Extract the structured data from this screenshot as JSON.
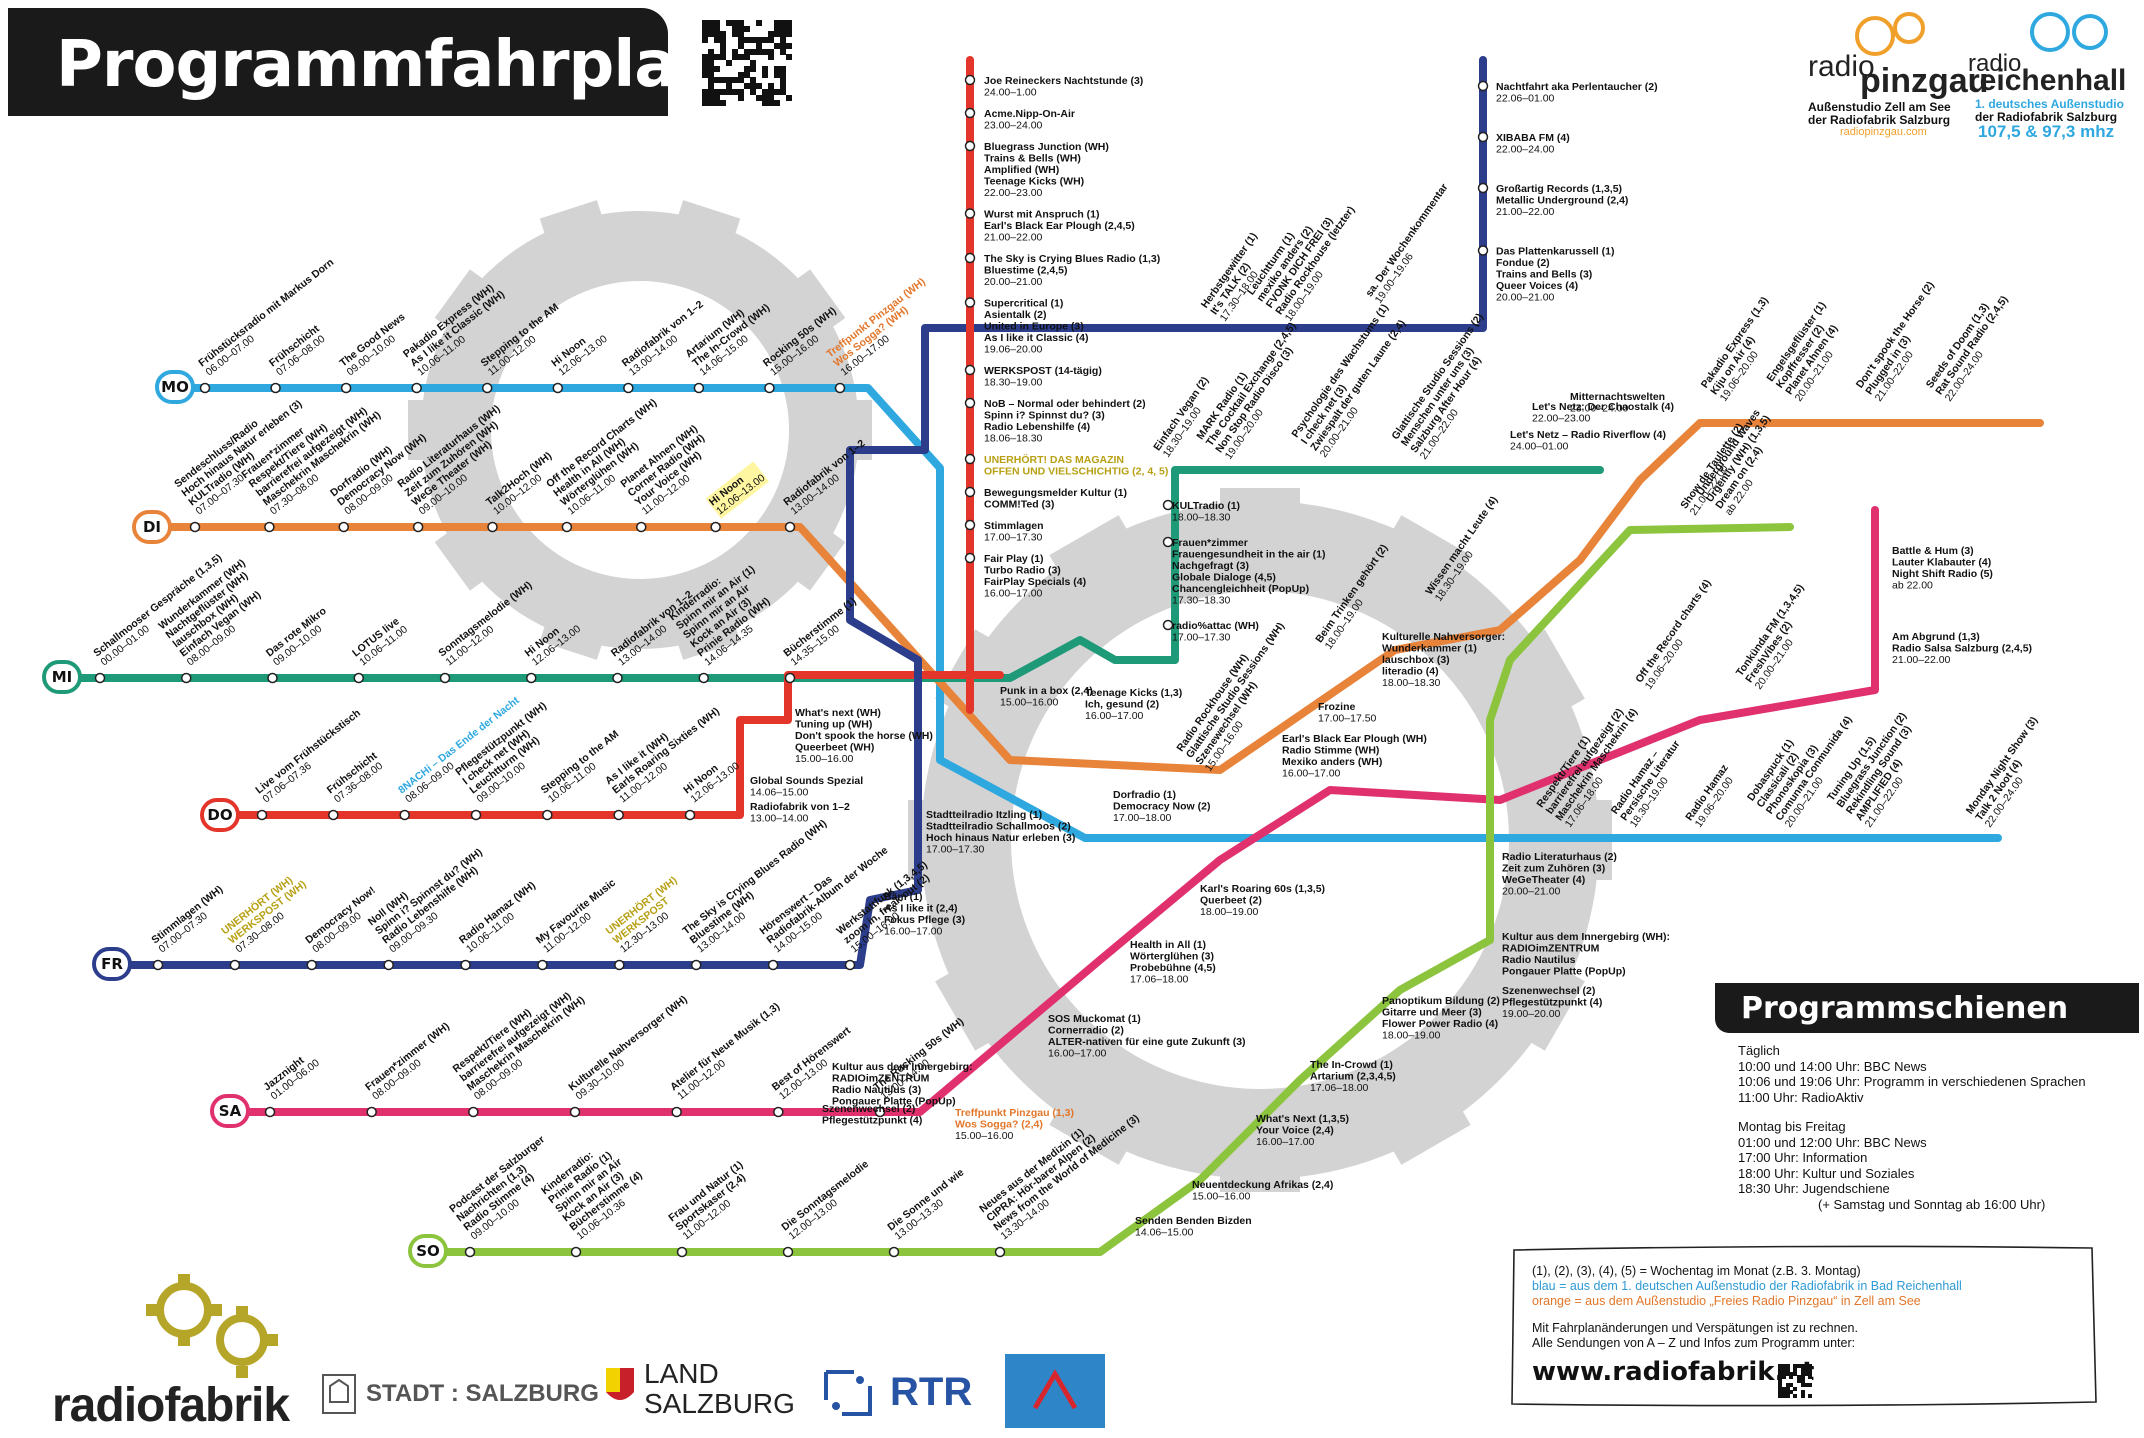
{
  "header": {
    "title": "Programmfahrplan"
  },
  "lines": [
    {
      "id": "mo",
      "label": "MO",
      "color": "#2fa8e0",
      "stops": [
        {
          "t": "Frühstücksradio mit Markus Dorn",
          "time": "06.00–07.00"
        },
        {
          "t": "Frühschicht",
          "time": "07.06–08.00"
        },
        {
          "t": "The Good News",
          "time": "09.00–10.00"
        },
        {
          "t": "Pakadio Express (WH)|As I like it Classic (WH)",
          "time": "10.06–11.00"
        },
        {
          "t": "Stepping to the AM",
          "time": "11.00–12.00"
        },
        {
          "t": "Hi Noon",
          "time": "12.06–13.00"
        },
        {
          "t": "Radiofabrik von 1–2",
          "time": "13.00–14.00"
        },
        {
          "t": "Artarium (WH)|The In-Crowd (WH)",
          "time": "14.06–15.00"
        },
        {
          "t": "Rocking 50s (WH)",
          "time": "15.00–16.00"
        },
        {
          "t": "Treffpunkt Pinzgau (WH)|Wos Sogga? (WH)",
          "time": "16.00–17.00",
          "orange": true
        }
      ]
    },
    {
      "id": "di",
      "label": "DI",
      "color": "#e8833a",
      "stops": [
        {
          "t": "Sendeschluss/Radio|Hoch hinaus Natur erleben (3)|KULTradio (WH)",
          "time": "07.00–07.30"
        },
        {
          "t": "Frauen*zimmer|Respekt/Tiere (WH)|barrierefrei aufgezeigt (WH)|Maschekrin Maschekrin (WH)",
          "time": "07.30–08.00"
        },
        {
          "t": "Dorfradio (WH)|Democracy Now (WH)",
          "time": "08.00–09.00"
        },
        {
          "t": "Radio Literaturhaus (WH)|Zeit zum Zuhören (WH)|WeGe Theater (WH)",
          "time": "09.00–10.00"
        },
        {
          "t": "Talk2Hoch (WH)",
          "time": "10.00–12.00"
        },
        {
          "t": "Off the Record Charts (WH)|Health in All (WH)|Wörterglühen (WH)",
          "time": "10.06–11.00"
        },
        {
          "t": "Planet Ahnen (WH)|Corner Radio (WH)|Your Voice (WH)",
          "time": "11.00–12.00"
        },
        {
          "t": "Hi Noon",
          "time": "12.06–13.00",
          "hl": true
        },
        {
          "t": "Radiofabrik von 1–2",
          "time": "13.00–14.00"
        }
      ]
    },
    {
      "id": "mi",
      "label": "MI",
      "color": "#1f9a78",
      "stops": [
        {
          "t": "Schallmooser Gespräche (1,3,5)",
          "time": "00.00–01.00"
        },
        {
          "t": "Wunderkammer (WH)|Nachtgeflüster (WH)|lauschbox (WH)|Einfach Vegan (WH)",
          "time": "08.00–09.00"
        },
        {
          "t": "Das rote Mikro",
          "time": "09.00–10.00"
        },
        {
          "t": "LOTUS live",
          "time": "10.06–11.00"
        },
        {
          "t": "Sonntagsmelodie (WH)",
          "time": "11.00–12.00"
        },
        {
          "t": "Hi Noon",
          "time": "12.06–13.00"
        },
        {
          "t": "Radiofabrik von 1–2",
          "time": "13.00–14.00"
        },
        {
          "t": "Kinderradio:|Spinn mir an Air (1)|Spinn mir an Air|Kock an Air (3)|Prinie Radio (WH)",
          "time": "14.06–14.35"
        },
        {
          "t": "Bücherstimme (1)",
          "time": "14.35–15.00"
        }
      ]
    },
    {
      "id": "do",
      "label": "DO",
      "color": "#e4352a",
      "stops": [
        {
          "t": "Live vom Frühstückstisch",
          "time": "07.06–07.36"
        },
        {
          "t": "Frühschicht",
          "time": "07.36–08.00"
        },
        {
          "t": "8NACHi – Das Ende der Nacht",
          "time": "08.06–09.00",
          "blue": true
        },
        {
          "t": "Pflegestützpunkt (WH)|I check net (WH)|Leuchtturm (WH)",
          "time": "09.00–10.00"
        },
        {
          "t": "Stepping to the AM",
          "time": "10.06–11.00"
        },
        {
          "t": "As I like it (WH)|Earls Roaring Sixties (WH)",
          "time": "11.00–12.00"
        },
        {
          "t": "Hi Noon",
          "time": "12.06–13.00"
        }
      ]
    },
    {
      "id": "fr",
      "label": "FR",
      "color": "#2c3d8c",
      "stops": [
        {
          "t": "Stimmlagen (WH)",
          "time": "07.00–07.30"
        },
        {
          "t": "UNERHÖRT (WH)|WERKSPOST (WH)",
          "time": "07.30–08.00",
          "yellow": true
        },
        {
          "t": "Democracy Now!",
          "time": "08.00–09.00"
        },
        {
          "t": "Noll (WH)|Spinn i? Spinnst du? (WH)|Radio Lebenshilfe (WH)",
          "time": "09.00–09.30"
        },
        {
          "t": "Radio Hamaz (WH)",
          "time": "10.06–11.00"
        },
        {
          "t": "My Favourite Music",
          "time": "11.00–12.00"
        },
        {
          "t": "UNERHÖRT (WH)|WERKSPOST",
          "time": "12.30–13.00",
          "yellow": true
        },
        {
          "t": "The Sky is Crying Blues Radio (WH)|Bluestime (WH)",
          "time": "13.00–14.00"
        },
        {
          "t": "Hörenswert – Das|Radiofabrik-Album der Woche",
          "time": "14.00–15.00"
        },
        {
          "t": "Werkstattfunk (1,3,4,5)|zoom in, freak out (2)",
          "time": "15.00–16.00"
        }
      ]
    },
    {
      "id": "sa",
      "label": "SA",
      "color": "#e0306e",
      "stops": [
        {
          "t": "Jazznight",
          "time": "01.00–06.00"
        },
        {
          "t": "Frauen*zimmer (WH)",
          "time": "08.00–09.00"
        },
        {
          "t": "Respekt/Tiere (WH)|barrierefrei aufgezeigt (WH)|Maschekrin Maschekrin (WH)",
          "time": "08.00–09.00"
        },
        {
          "t": "Kulturelle Nahversorger (WH)",
          "time": "09.30–10.00"
        },
        {
          "t": "Atelier für Neue Musik (1,3)",
          "time": "11.00–12.00"
        },
        {
          "t": "Best of Hörenswert",
          "time": "12.00–13.00"
        },
        {
          "t": "The Rocking 50s (WH)",
          "time": "13.00–14.00"
        }
      ]
    },
    {
      "id": "so",
      "label": "SO",
      "color": "#8cc43e",
      "stops": [
        {
          "t": "Podcast der Salzburger|Nachrichten (1,3)|Radio Stimme (4)",
          "time": "09.00–10.00"
        },
        {
          "t": "Kinderradio:|Prinie Radio (1)|Spinn mir an Air|Kock an Air (3)|Bücherstimme (4)",
          "time": "10.06–10.36"
        },
        {
          "t": "Frau und Natur (1)|Sportskaser (2,4)",
          "time": "11.00–12.00"
        },
        {
          "t": "Die Sonntagsmelodie",
          "time": "12.00–13.00"
        },
        {
          "t": "Die Sonne und wie",
          "time": "13.00–13.30"
        },
        {
          "t": "Neues aus der Medizin (1)|CIPRA: Hör-barer Alpen (2)|News from the World of Medicine (3)",
          "time": "13.30–14.00"
        }
      ]
    }
  ],
  "right_labels": [
    {
      "line": "red",
      "items": [
        {
          "t": "Joe Reineckers Nachtstunde (3)",
          "time": "24.00–1.00"
        },
        {
          "t": "Acme.Nipp-On-Air",
          "time": "23.00–24.00"
        },
        {
          "t": "Bluegrass Junction (WH)|Trains & Bells (WH)|Amplified (WH)|Teenage Kicks (WH)",
          "time": "22.00–23.00"
        },
        {
          "t": "Wurst mit Anspruch (1)|Earl's Black Ear Plough (2,4,5)",
          "time": "21.00–22.00"
        },
        {
          "t": "The Sky is Crying Blues Radio (1,3)|Bluestime (2,4,5)",
          "time": "20.00–21.00"
        },
        {
          "t": "Supercritical (1)|Asientalk (2)|United in Europe (3)|As I like it Classic (4)",
          "time": "19.06–20.00"
        },
        {
          "t": "WERKSPOST (14-tägig)",
          "time": "18.30–19.00"
        },
        {
          "t": "NoB – Normal oder behindert (2)|Spinn i? Spinnst du? (3)|Radio Lebenshilfe (4)",
          "time": "18.06–18.30"
        },
        {
          "t": "UNERHÖRT! DAS MAGAZIN|OFFEN UND VIELSCHICHTIG (2, 4, 5)",
          "time": "",
          "yellow": true
        },
        {
          "t": "Bewegungsmelder Kultur (1)|COMM!Ted (3)",
          "time": ""
        },
        {
          "t": "Stimmlagen",
          "time": "17.00–17.30"
        },
        {
          "t": "Fair Play (1)|Turbo Radio (3)|FairPlay Specials (4)",
          "time": "16.00–17.00"
        }
      ]
    },
    {
      "line": "navy",
      "items": [
        {
          "t": "Nachtfahrt aka Perlentaucher (2)",
          "time": "22.06–01.00"
        },
        {
          "t": "XIBABA FM (4)",
          "time": "22.00–24.00"
        },
        {
          "t": "Großartig Records (1,3,5)|Metallic Underground (2,4)",
          "time": "21.00–22.00"
        },
        {
          "t": "Das Plattenkarussell (1)|Fondue (2)|Trains and Bells (3)|Queer Voices (4)",
          "time": "20.00–21.00"
        }
      ]
    },
    {
      "line": "green",
      "items": [
        {
          "t": "KULTradio (1)",
          "time": "18.00–18.30"
        },
        {
          "t": "Frauen*zimmer|Frauengesundheit in the air (1)|Nachgefragt (3)|Globale Dialoge (4,5)|Chancengleichheit (PopUp)",
          "time": "17.30–18.30"
        },
        {
          "t": "radio%attac (WH)",
          "time": "17.00–17.30"
        }
      ]
    },
    {
      "line": "misc",
      "items": [
        {
          "t": "Punk in a box (2,4)",
          "time": "15.00–16.00"
        },
        {
          "t": "Teenage Kicks (1,3)|Ich, gesund (2)",
          "time": "16.00–17.00"
        },
        {
          "t": "What's next (WH)|Tuning up (WH)|Don't spook the horse (WH)|Queerbeet (WH)",
          "time": "15.00–16.00"
        },
        {
          "t": "Global Sounds Spezial",
          "time": "14.06–15.00"
        },
        {
          "t": "Radiofabrik von 1–2",
          "time": "13.00–14.00"
        },
        {
          "t": "Stadtteilradio Itzling (1)|Stadtteilradio Schallmoos (2)|Hoch hinaus Natur erleben (3)",
          "time": "17.00–17.30"
        },
        {
          "t": "Bäm (1)|As I like it (2,4)|Fokus Pflege (3)",
          "time": "16.00–17.00"
        },
        {
          "t": "Dorfradio (1)|Democracy Now (2)",
          "time": "17.00–18.00"
        },
        {
          "t": "Karl's Roaring 60s (1,3,5)|Querbeet (2)",
          "time": "18.00–19.00"
        },
        {
          "t": "Health in All (1)|Wörterglühen (3)|Probebühne (4,5)",
          "time": "17.06–18.00"
        },
        {
          "t": "SOS Muckomat (1)|Cornerradio (2)|ALTER-nativen für eine gute Zukunft (3)",
          "time": "16.00–17.00"
        },
        {
          "t": "Treffpunkt Pinzgau (1,3)|Wos Sogga? (2,4)",
          "time": "15.00–16.00",
          "orange": true
        },
        {
          "t": "Kultur aus dem Innergebirg:|RADIOimZENTRUM|Radio Nautilus (3)|Pongauer Platte (PopUp)",
          "time": ""
        },
        {
          "t": "Szenenwechsel (2)|Pflegestützpunkt (4)",
          "time": ""
        },
        {
          "t": "Radio Literaturhaus (2)|Zeit zum Zuhören (3)|WeGeTheater (4)",
          "time": "20.00–21.00"
        },
        {
          "t": "Kultur aus dem Innergebirg (WH):|RADIOimZENTRUM|Radio Nautilus|Pongauer Platte (PopUp)",
          "time": ""
        },
        {
          "t": "Szenenwechsel (2)|Pflegestützpunkt (4)",
          "time": "19.00–20.00"
        },
        {
          "t": "Panoptikum Bildung (2)|Gitarre und Meer (3)|Flower Power Radio (4)",
          "time": "18.00–19.00"
        },
        {
          "t": "The In-Crowd (1)|Artarium (2,3,4,5)",
          "time": "17.06–18.00"
        },
        {
          "t": "What's Next (1,3,5)|Your Voice (2,4)",
          "time": "16.00–17.00"
        },
        {
          "t": "Neuentdeckung Afrikas (2,4)",
          "time": "15.00–16.00"
        },
        {
          "t": "Senden Benden Bizden",
          "time": "14.06–15.00"
        },
        {
          "t": "Frozine",
          "time": "17.00–17.50"
        },
        {
          "t": "Earl's Black Ear Plough (WH)|Radio Stimme (WH)|Mexiko anders (WH)",
          "time": "16.00–17.00"
        },
        {
          "t": "Kulturelle Nahversorger:|Wunderkammer (1)|lauschbox (3)|literadio (4)",
          "time": "18.00–18.30"
        },
        {
          "t": "Battle & Hum (3)|Lauter Klabauter (4)|Night Shift Radio (5)",
          "time": "ab 22.00"
        },
        {
          "t": "Am Abgrund (1,3)|Radio Salsa Salzburg (2,4,5)",
          "time": "21.00–22.00"
        },
        {
          "t": "Let's Netz – Radio Riverflow (4)",
          "time": "24.00–01.00"
        },
        {
          "t": "Let's Netz: Der Chaostalk (4)",
          "time": "22.00–23.00"
        },
        {
          "t": "Mitternachtswelten",
          "time": "23.00–24.00"
        }
      ]
    }
  ],
  "diag_labels": [
    {
      "t": "Herbstgewitter (1)|It's TALK (2)",
      "time": "17.30–18.00"
    },
    {
      "t": "Leuchtturm (1)|mexiko anders (2)|FVONK DICH FREI (3)|Radio Rockhouse (letzter)",
      "time": "18.00–19.00"
    },
    {
      "t": "sa. Der Wochenkommentar",
      "time": "19.00–19.06"
    },
    {
      "t": "Einfach Vegan (2)",
      "time": "18.30–19.00"
    },
    {
      "t": "MARK Radio (1)|The Cocktail Exchange (2,4,5)|Non Stop Radio Disco (3)",
      "time": "19.00–20.00"
    },
    {
      "t": "Psychologie des Wachstums (1)|I check net (3)|Zwiespalt der guten Laune (2,4)",
      "time": "20.00–21.00"
    },
    {
      "t": "Glattische Studio Sessions (2)|Menschen unter uns (3)|Salzburg After Hour (4)",
      "time": "21.00–22.00"
    },
    {
      "t": "Pakadio Express (1,3)|Kiju on Air (4)",
      "time": "19.06–20.00"
    },
    {
      "t": "Engelsgeflüster (1)|Kopffresser (2)|Planet Ahnen (4)",
      "time": "20.00–21.00"
    },
    {
      "t": "Don't spook the Horse (2)|Plugged in (3)",
      "time": "21.00–22.00"
    },
    {
      "t": "Seeds of Doom (1,3)|Rat Sound Radio (2,4,5)",
      "time": "22.00–24.00"
    },
    {
      "t": "Show de Taulette (2)",
      "time": "21.00–22.00"
    },
    {
      "t": "Underground Waves|Urgently (WH) (1,3,5)|Dream on (2,4)",
      "time": "ab 22.00"
    },
    {
      "t": "Radio Rockhouse (WH)|Glattische Studio Sessions (WH)|Szenewechsel (WH)",
      "time": "15.00–16.00"
    },
    {
      "t": "Beim Trinken gehört (2)",
      "time": "18.00–19.00"
    },
    {
      "t": "Wissen macht Leute (4)",
      "time": "18.30–19.00"
    },
    {
      "t": "Off the Record charts (4)",
      "time": "19.06–20.00"
    },
    {
      "t": "Tonkünda FM (1,3,4,5)|FreshVibes (2)",
      "time": "20.00–21.00"
    },
    {
      "t": "Respekt/Tiere (1)|barrierefrei aufgezeigt (2)|Maschekrin Maschekrin (4)",
      "time": "17.06–18.00"
    },
    {
      "t": "Radio Hamaz –|Persische Literatur",
      "time": "18.30–19.00"
    },
    {
      "t": "Radio Hamaz",
      "time": "19.06–20.00"
    },
    {
      "t": "Dobaspuck (1)|Classicali (2)|Phonoskopia (3)|Comunna Conmunida (4)",
      "time": "20.00–21.00"
    },
    {
      "t": "Tuning Up (1,5)|Bluegrass Junction (2)|Rekindling Sound (3)|AMPLIFIED (4)",
      "time": "21.00–22.00"
    },
    {
      "t": "Monday Night Show (3)|Talk 2 Noot (4)",
      "time": "22.00–24.00"
    }
  ],
  "legend": {
    "heading": "Programmschienen",
    "blocks": [
      [
        "Täglich",
        "10:00 und 14:00 Uhr: BBC News",
        "10:06 und 19:06 Uhr: Programm in verschiedenen Sprachen",
        "11:00 Uhr: RadioAktiv"
      ],
      [
        "Montag bis Freitag",
        "01:00 und 12:00 Uhr: BBC News",
        "17:00 Uhr: Information",
        "18:00 Uhr: Kultur und Soziales",
        "18:30 Uhr: Jugendschiene",
        "(+ Samstag und Sonntag ab 16:00 Uhr)"
      ]
    ]
  },
  "info": {
    "line1": "(1), (2), (3), (4), (5) = Wochentag im Monat (z.B. 3. Montag)",
    "line2": "blau = aus dem 1. deutschen Außenstudio der Radiofabrik in Bad Reichenhall",
    "line3": "orange = aus dem Außenstudio „Freies Radio Pinzgau“ in Zell am See",
    "line4": "Mit Fahrplanänderungen und Verspätungen ist zu rechnen.",
    "line5": "Alle Sendungen von A – Z und Infos zum Programm unter:",
    "url": "www.radiofabrik.at"
  },
  "logos": {
    "pinzgau_top": "radio",
    "pinzgau_name": "pinzgau",
    "pinzgau_sub1": "Außenstudio Zell am See",
    "pinzgau_sub2": "der Radiofabrik Salzburg",
    "pinzgau_url": "radiopinzgau.com",
    "reichenhall_top": "radio",
    "reichenhall_name": "reichenhall",
    "reichenhall_sub1": "1. deutsches Außenstudio",
    "reichenhall_sub2": "der Radiofabrik Salzburg",
    "reichenhall_freq": "107,5 & 97,3 mhz",
    "radiofabrik_a": "radio",
    "radiofabrik_b": "fabrik",
    "stadt": "STADT",
    "stadt2": "SALZBURG",
    "land1": "LAND",
    "land2": "SALZBURG",
    "rtr": "RTR"
  },
  "colors": {
    "gear": "#d3d3d3",
    "title_bg": "#1a1a1a",
    "radiofabrik_gear": "#b5a62a",
    "pinzgau_gear": "#f0a02a",
    "reichenhall_gear": "#2fa8e0"
  }
}
